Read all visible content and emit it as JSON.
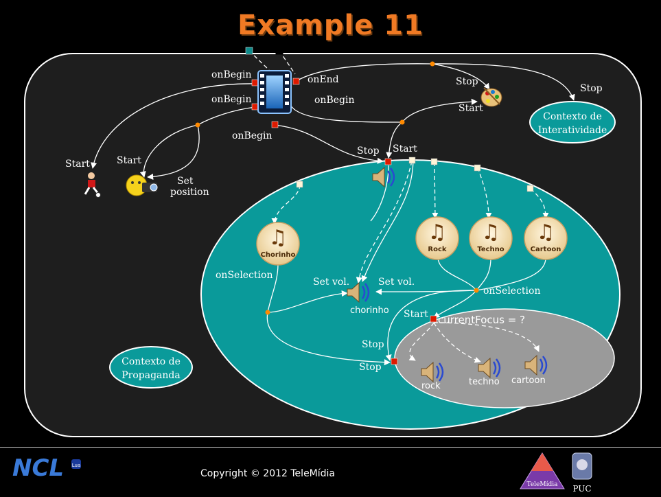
{
  "slide": {
    "title": "Example 11",
    "copyright": "Copyright © 2012 TeleMídia"
  },
  "diagram": {
    "labels": {
      "onBegin_1": "onBegin",
      "onBegin_2": "onBegin",
      "onBegin_3": "onBegin",
      "onBegin_4": "onBegin",
      "onEnd": "onEnd",
      "stop_paint": "Stop",
      "start_paint": "Start",
      "stop_context": "Stop",
      "start_left": "Start",
      "start_camera": "Start",
      "set_position_1": "Set",
      "set_position_2": "position",
      "stop_audio": "Stop",
      "start_audio": "Start",
      "on_selection_left": "onSelection",
      "on_selection_right": "onSelection",
      "set_vol_left": "Set vol.",
      "set_vol_right": "Set vol.",
      "start_focus": "Start",
      "current_focus": "currentFocus = ?",
      "stop_a": "Stop",
      "stop_b": "Stop"
    },
    "contexts": {
      "interatividade_1": "Contexto de",
      "interatividade_2": "Interatividade",
      "propaganda_1": "Contexto de",
      "propaganda_2": "Propaganda"
    },
    "buttons": {
      "chorinho": "Chorinho",
      "rock": "Rock",
      "techno": "Techno",
      "cartoon": "Cartoon"
    },
    "audio_labels": {
      "chorinho": "chorinho",
      "rock": "rock",
      "techno": "techno",
      "cartoon": "cartoon"
    }
  },
  "logos": {
    "ncl": "NCL",
    "ncl_sub": "Lua",
    "telemidia": "TeleMídia",
    "puc": "PUC"
  },
  "colors": {
    "title": "#f07a24",
    "teal": "#0a9a9a",
    "background": "#000000",
    "panel": "#1e1e1e",
    "port_red": "#dd1a00",
    "node_orange": "#ff8a00"
  }
}
